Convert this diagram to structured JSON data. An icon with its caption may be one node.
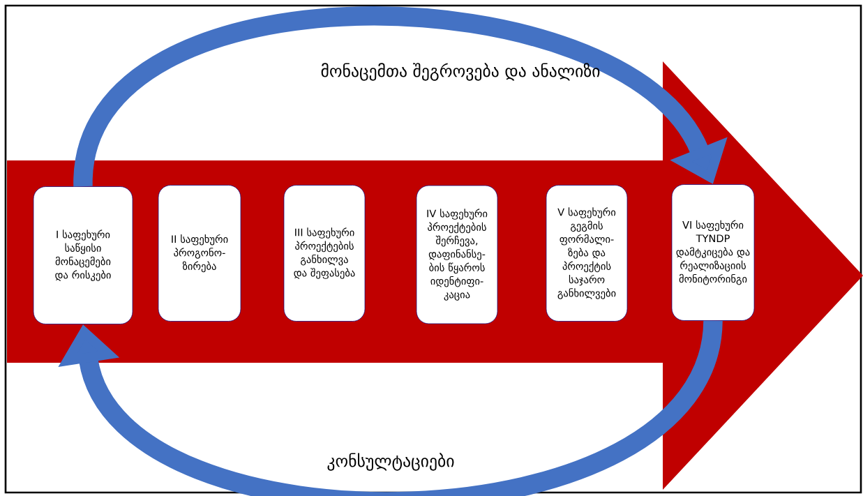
{
  "diagram": {
    "nodes": [
      {
        "text": [],
        "shape": "arrow"
      },
      {
        "text": [
          "I საფეხური საწყისი მონაცემები და რისკები"
        ],
        "in": 0
      },
      {
        "text": [
          "II საფეხური პროგონო- ზირება"
        ],
        "in": 0
      },
      {
        "text": [
          "III საფეხური პროექტების განხილვა და შეფასება"
        ],
        "in": 0
      },
      {
        "text": [
          "IV საფეხური პროექტების შერჩევა, დაფინანსე- ბის წყაროს იდენტიფი- კაცია"
        ],
        "in": 0
      },
      {
        "text": [
          "V საფეხური გეგმის ფორმალი- ზება და პროექტის საჯარო განხილვები"
        ],
        "in": 0
      },
      {
        "text": [
          "VI საფეხური TYNDP დამტკიცება და რეალიზაციის მონიტორინგი"
        ],
        "in": 0
      }
    ],
    "edges": [
      {
        "from": 1,
        "to": 6,
        "arrow": "to"
      },
      {
        "from": 6,
        "to": 1,
        "arrow": "to"
      }
    ],
    "labels": [
      "მონაცემთა შეგროვება და ანალიზი",
      "კონსულტაციები"
    ]
  }
}
